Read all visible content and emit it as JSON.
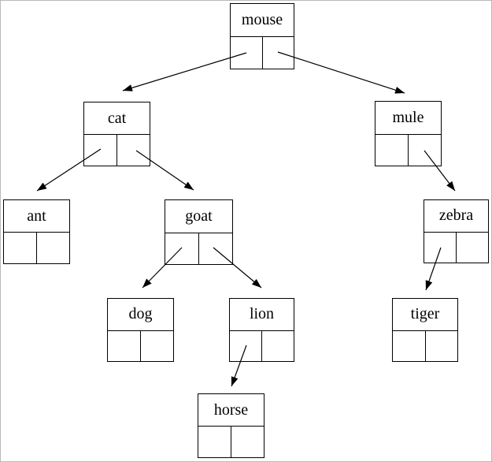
{
  "tree": {
    "root": "mouse",
    "nodes": {
      "mouse": {
        "label": "mouse",
        "left": "cat",
        "right": "mule"
      },
      "cat": {
        "label": "cat",
        "left": "ant",
        "right": "goat"
      },
      "mule": {
        "label": "mule",
        "left": null,
        "right": "zebra"
      },
      "ant": {
        "label": "ant",
        "left": null,
        "right": null
      },
      "goat": {
        "label": "goat",
        "left": "dog",
        "right": "lion"
      },
      "zebra": {
        "label": "zebra",
        "left": "tiger",
        "right": null
      },
      "dog": {
        "label": "dog",
        "left": null,
        "right": null
      },
      "lion": {
        "label": "lion",
        "left": "horse",
        "right": null
      },
      "tiger": {
        "label": "tiger",
        "left": null,
        "right": null
      },
      "horse": {
        "label": "horse",
        "left": null,
        "right": null
      }
    }
  },
  "colors": {
    "background": "#ffffff",
    "node_border": "#000000",
    "edge": "#000000",
    "canvas_border": "#b9b9b9"
  }
}
